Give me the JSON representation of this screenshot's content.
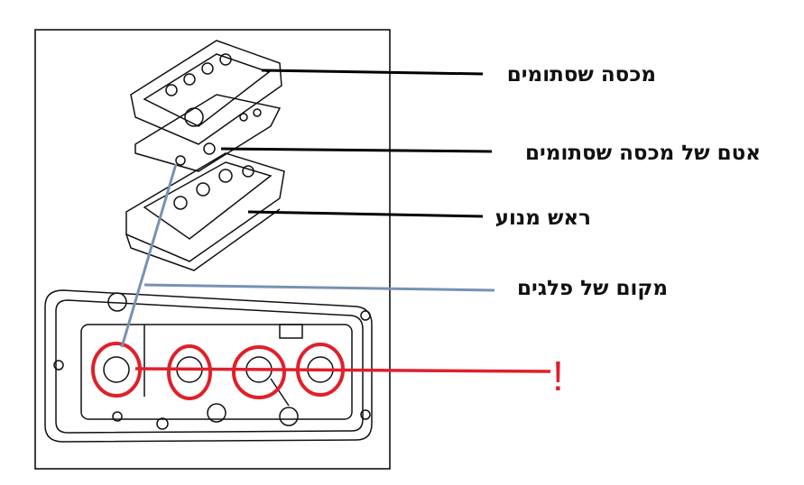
{
  "labels": {
    "valve_cover": "מכסה שסתומים",
    "valve_cover_gasket": "אטם של מכסה שסתומים",
    "cylinder_head": "ראש מנוע",
    "spark_plug_location": "מקום של פלגים",
    "warning": "!"
  },
  "colors": {
    "pointer_black": "#000000",
    "pointer_blue": "#7792b3",
    "highlight_red": "#e0202a"
  }
}
